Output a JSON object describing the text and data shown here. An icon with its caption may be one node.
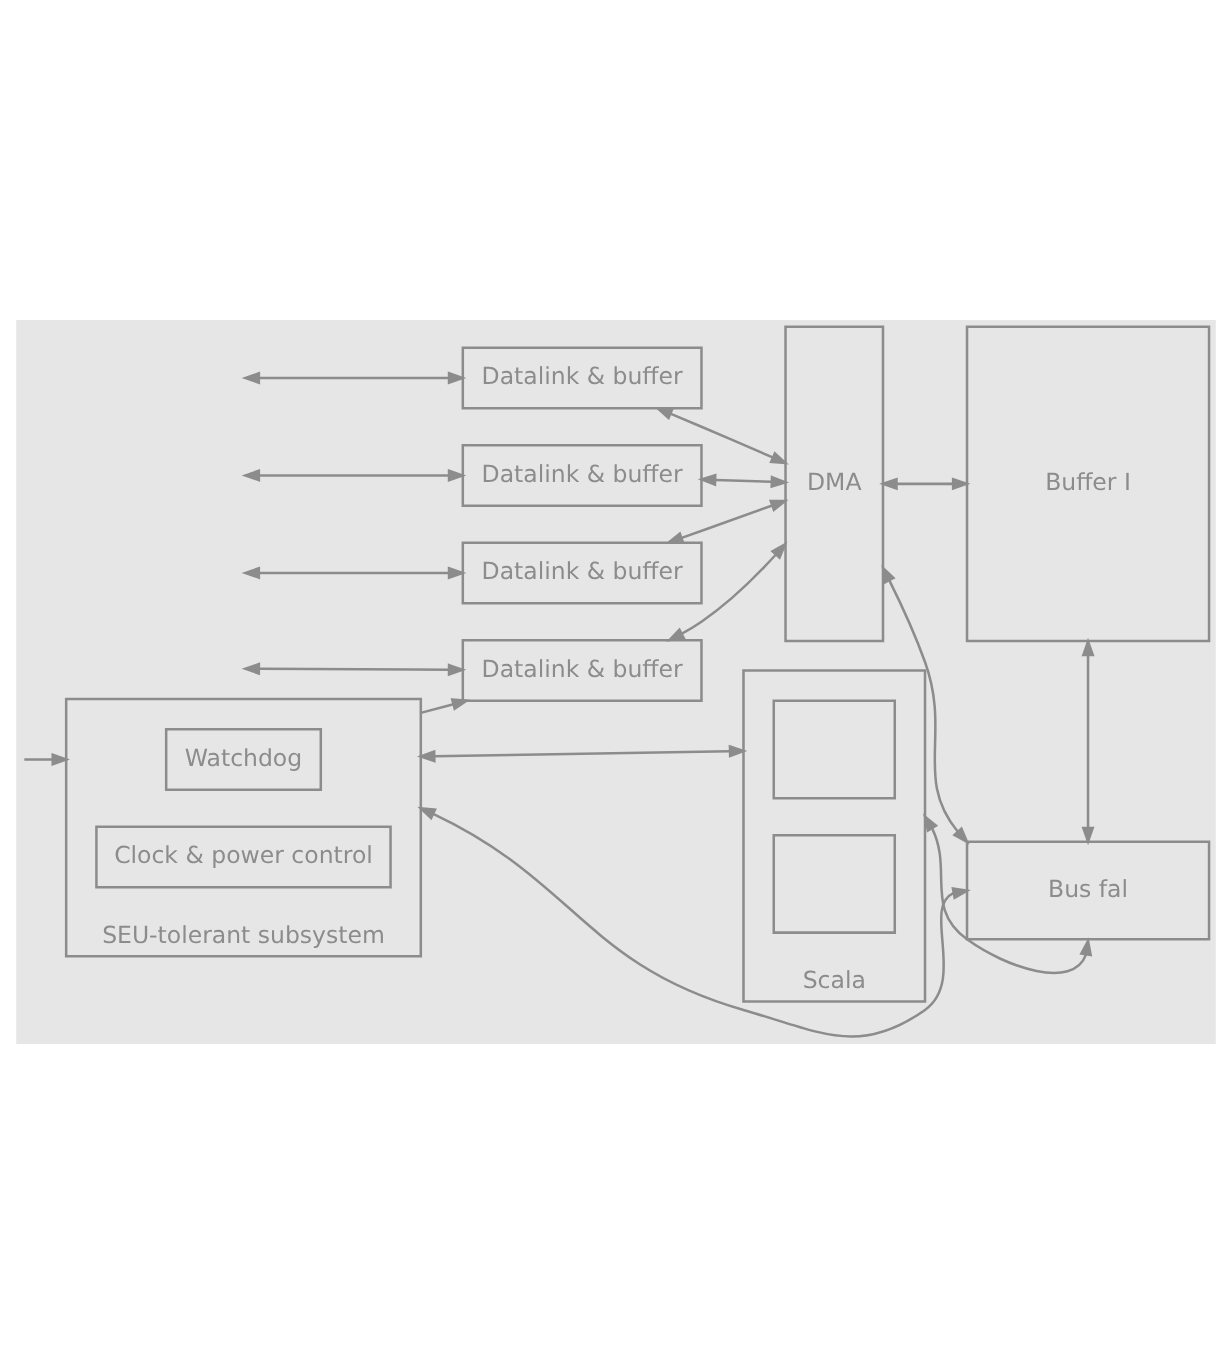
{
  "diagram": {
    "nodes": [
      {
        "text": [
          "Datalink & buffer"
        ]
      },
      {
        "text": [
          "Datalink & buffer"
        ]
      },
      {
        "text": [
          "Datalink & buffer"
        ]
      },
      {
        "text": [
          "Datalink & buffer"
        ]
      },
      {
        "text": [
          "DMA"
        ]
      },
      {
        "text": [
          "Buffer I"
        ]
      },
      {
        "text": [
          "Bus fal"
        ]
      },
      {
        "text": [
          "SEU-tolerant subsystem"
        ]
      },
      {
        "text": [
          "Watchdog"
        ],
        "in": 7
      },
      {
        "text": [
          "Clock & power control"
        ],
        "in": 7
      },
      {
        "text": [
          "Scala"
        ]
      },
      {
        "text": [],
        "shape": "box",
        "in": 10
      },
      {
        "text": [],
        "shape": "box",
        "in": 10
      }
    ],
    "edges": [
      {
        "from": null,
        "to": 0,
        "arrow": "both"
      },
      {
        "from": null,
        "to": 1,
        "arrow": "both"
      },
      {
        "from": null,
        "to": 2,
        "arrow": "both"
      },
      {
        "from": null,
        "to": 3,
        "arrow": "both"
      },
      {
        "from": 0,
        "to": 4,
        "arrow": "both"
      },
      {
        "from": 1,
        "to": 4,
        "arrow": "both"
      },
      {
        "from": 2,
        "to": 4,
        "arrow": "both"
      },
      {
        "from": 3,
        "to": 4,
        "arrow": "both"
      },
      {
        "from": 4,
        "to": 5,
        "arrow": "both"
      },
      {
        "from": 4,
        "to": 6,
        "arrow": "both"
      },
      {
        "from": 5,
        "to": 6,
        "arrow": "both"
      },
      {
        "from": 6,
        "to": 10,
        "arrow": "both"
      },
      {
        "from": 7,
        "to": 6,
        "arrow": "both"
      },
      {
        "from": 7,
        "to": 10,
        "arrow": "both"
      },
      {
        "from": 7,
        "to": 3,
        "arrow": "to"
      },
      {
        "from": null,
        "to": 7,
        "arrow": "to"
      }
    ]
  }
}
